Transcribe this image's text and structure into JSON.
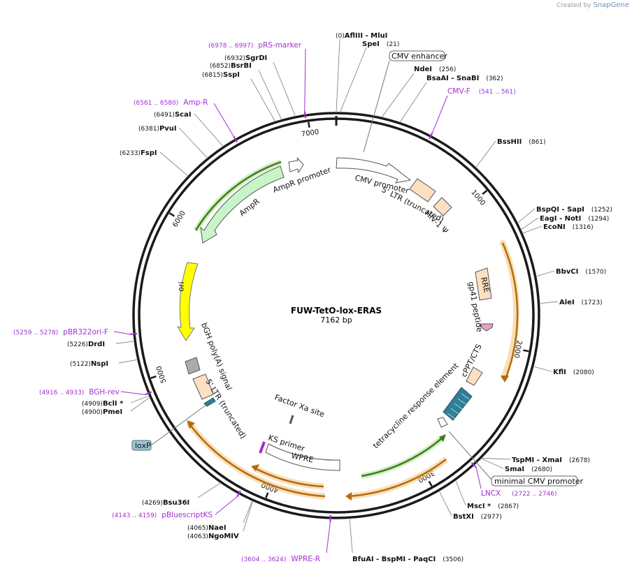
{
  "brand": {
    "created_by": "Created by",
    "app": "SnapGene"
  },
  "plasmid": {
    "name": "FUW-TetO-lox-ERAS",
    "length_label": "7162 bp",
    "length": 7162
  },
  "ticks": [
    "1000",
    "2000",
    "3000",
    "4000",
    "5000",
    "6000",
    "7000"
  ],
  "sites": [
    {
      "id": "afliii",
      "name": "AflIII",
      "name2": "MluI",
      "pos": "(0)",
      "loc": 0
    },
    {
      "id": "spei",
      "name": "SpeI",
      "pos": "(21)",
      "loc": 21
    },
    {
      "id": "ndei",
      "name": "NdeI",
      "pos": "(256)",
      "loc": 256
    },
    {
      "id": "bsaai",
      "name": "BsaAI",
      "name2": "SnaBI",
      "pos": "(362)",
      "loc": 362
    },
    {
      "id": "bsshii",
      "name": "BssHII",
      "pos": "(861)",
      "loc": 861
    },
    {
      "id": "bspqi",
      "name": "BspQI",
      "name2": "SapI",
      "pos": "(1252)",
      "loc": 1252
    },
    {
      "id": "eagi",
      "name": "EagI",
      "name2": "NotI",
      "pos": "(1294)",
      "loc": 1294
    },
    {
      "id": "econi",
      "name": "EcoNI",
      "pos": "(1316)",
      "loc": 1316
    },
    {
      "id": "bbvci",
      "name": "BbvCI",
      "pos": "(1570)",
      "loc": 1570
    },
    {
      "id": "alei",
      "name": "AleI",
      "pos": "(1723)",
      "loc": 1723
    },
    {
      "id": "kfli",
      "name": "KflI",
      "pos": "(2080)",
      "loc": 2080
    },
    {
      "id": "tspmi",
      "name": "TspMI",
      "name2": "XmaI",
      "pos": "(2678)",
      "loc": 2678
    },
    {
      "id": "smai",
      "name": "SmaI",
      "pos": "(2680)",
      "loc": 2680
    },
    {
      "id": "msci",
      "name": "MscI *",
      "pos": "(2867)",
      "loc": 2867
    },
    {
      "id": "bstxi",
      "name": "BstXI",
      "pos": "(2977)",
      "loc": 2977
    },
    {
      "id": "bfuai",
      "name": "BfuAI",
      "name2": "BspMI",
      "name3": "PaqCI",
      "pos": "(3506)",
      "loc": 3506
    },
    {
      "id": "ngomiv",
      "name": "NgoMIV",
      "pos": "(4063)",
      "loc": 4063
    },
    {
      "id": "naei",
      "name": "NaeI",
      "pos": "(4065)",
      "loc": 4065
    },
    {
      "id": "bsu36i",
      "name": "Bsu36I",
      "pos": "(4269)",
      "loc": 4269
    },
    {
      "id": "pmei",
      "name": "PmeI",
      "pos": "(4900)",
      "loc": 4900
    },
    {
      "id": "bcli",
      "name": "BclI *",
      "pos": "(4909)",
      "loc": 4909
    },
    {
      "id": "nspi",
      "name": "NspI",
      "pos": "(5122)",
      "loc": 5122
    },
    {
      "id": "drdi",
      "name": "DrdI",
      "pos": "(5226)",
      "loc": 5226
    },
    {
      "id": "fspi",
      "name": "FspI",
      "pos": "(6233)",
      "loc": 6233
    },
    {
      "id": "pvui",
      "name": "PvuI",
      "pos": "(6381)",
      "loc": 6381
    },
    {
      "id": "scai",
      "name": "ScaI",
      "pos": "(6491)",
      "loc": 6491
    },
    {
      "id": "sspi",
      "name": "SspI",
      "pos": "(6815)",
      "loc": 6815
    },
    {
      "id": "bsrbi",
      "name": "BsrBI",
      "pos": "(6852)",
      "loc": 6852
    },
    {
      "id": "sgrdi",
      "name": "SgrDI",
      "pos": "(6932)",
      "loc": 6932
    }
  ],
  "primers": [
    {
      "id": "prs-marker",
      "range": "(6978 .. 6997)",
      "name": "pRS-marker",
      "loc": 6987
    },
    {
      "id": "amp-r",
      "range": "(6561 .. 6580)",
      "name": "Amp-R",
      "loc": 6570
    },
    {
      "id": "cmv-f",
      "range": "(541 .. 561)",
      "name": "CMV-F",
      "loc": 551
    },
    {
      "id": "pbr322ori-f",
      "range": "(5259 .. 5278)",
      "name": "pBR322ori-F",
      "loc": 5268
    },
    {
      "id": "bgh-rev",
      "range": "(4916 .. 4933)",
      "name": "BGH-rev",
      "loc": 4924
    },
    {
      "id": "lncx",
      "range": "(2722 .. 2746)",
      "name": "LNCX",
      "loc": 2734
    },
    {
      "id": "pbluescriptks",
      "range": "(4143 .. 4159)",
      "name": "pBluescriptKS",
      "loc": 4151
    },
    {
      "id": "wpre-r",
      "range": "(3604 .. 3624)",
      "name": "WPRE-R",
      "loc": 3614
    }
  ],
  "boxed_labels": {
    "cmv_enhancer": "CMV enhancer",
    "minimal_cmv": "minimal CMV promoter",
    "loxp": "loxP"
  },
  "features": {
    "cmv_promoter": "CMV promoter",
    "ltr5_top": "5' LTR (truncated)",
    "hiv_psi": "HIV-1 Ψ",
    "rre": "RRE",
    "gp41": "gp41 peptide",
    "cppt": "cPPT/CTS",
    "tre": "tetracycline response element",
    "factor_xa": "Factor Xa site",
    "ks_primer": "KS primer",
    "wpre": "WPRE",
    "bgh_polya": "bGH poly(A) signal",
    "ltr5_bottom": "5' LTR (truncated)",
    "ori": "ori",
    "ampr": "AmpR",
    "ampr_promoter": "AmpR promoter"
  },
  "colors": {
    "backbone": "#1a1a1a",
    "primer": "#a02fd0",
    "orange": "#e8a23a",
    "green": "#4f9a2a",
    "ltr": "#fde0c2",
    "ori": "#ffff00",
    "ampr_fill": "#c8f5c8",
    "loxp": "#9ac6d6",
    "teal": "#2f7f96",
    "gray": "#a8abb0"
  }
}
